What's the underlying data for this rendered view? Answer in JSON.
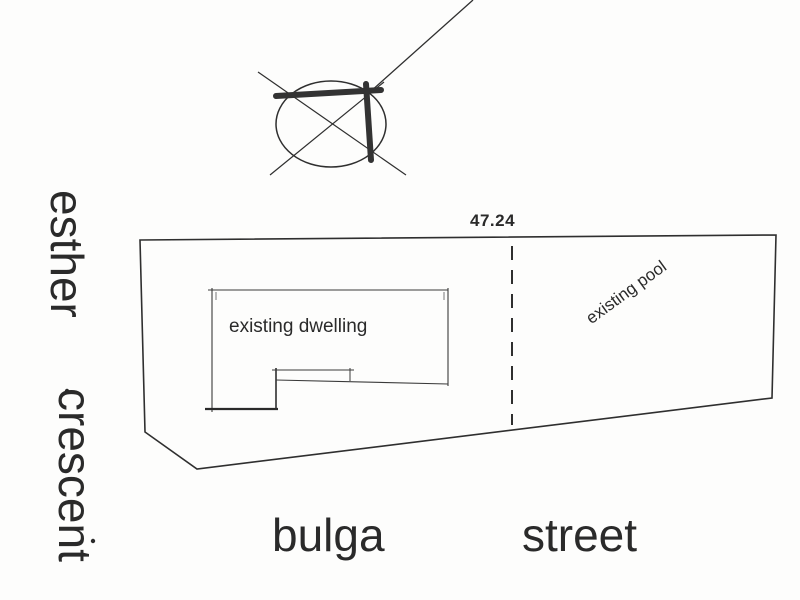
{
  "plan": {
    "dimension": "47.24",
    "dwelling_label": "existing dwelling",
    "pool_label": "existing pool"
  },
  "streets": {
    "side_word_1": "esther",
    "side_word_2": "crescent",
    "front_word_1": "bulga",
    "front_word_2": "street"
  },
  "colors": {
    "ink": "#2a2a2a",
    "pencil": "#555555",
    "paper": "#fdfdfc"
  },
  "icons": {
    "north_symbol": "north-point-compass-icon"
  }
}
